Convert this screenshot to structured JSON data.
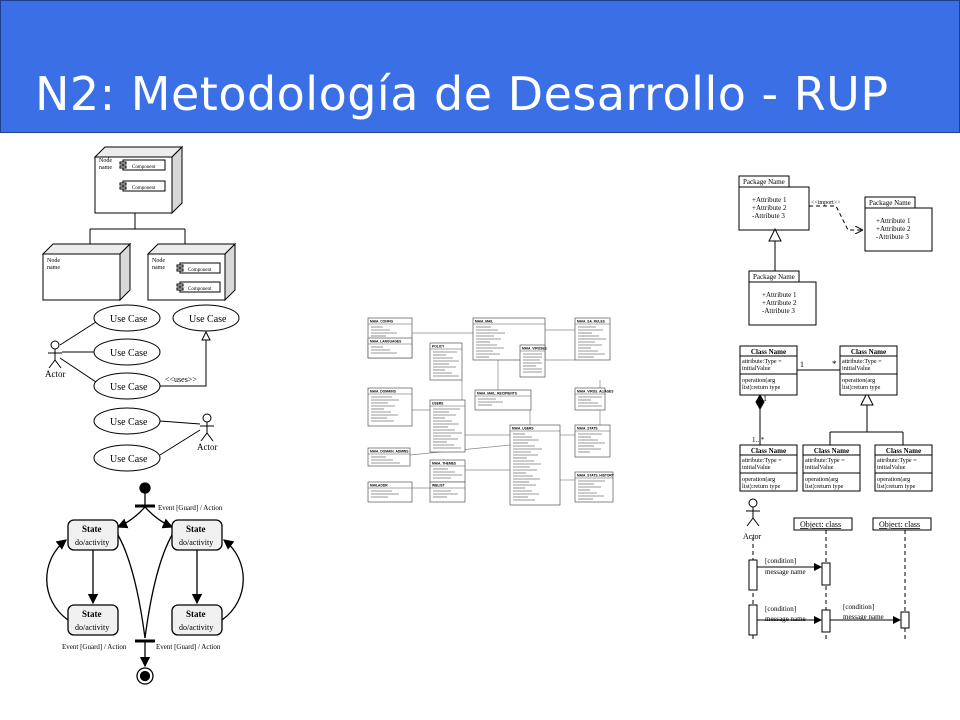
{
  "slide": {
    "title": "N2: Metodología de Desarrollo - RUP",
    "colors": {
      "title_bar": "#3a6fe6",
      "title_text": "#ffffff"
    }
  },
  "deployment": {
    "top_node_label": "Node\nname",
    "left_node_label": "Node\nname",
    "right_node_label": "Node\nname",
    "component_label": "Component"
  },
  "usecase": {
    "use_case_label": "Use Case",
    "actor_label": "Actor",
    "uses_label": "<<uses>>"
  },
  "statechart": {
    "state_title": "State",
    "state_activity": "do/activity",
    "transition_label": "Event [Guard] / Action"
  },
  "er_diagram": {
    "tables": [
      "MAIA_CONFIG",
      "MAIA_MAIL",
      "MAIA_MAIL_RECIPIENTS",
      "MAIA_DOMAINS",
      "POLICY",
      "USERS",
      "MAIA_USERS",
      "MAIA_THEMES",
      "WBLIST",
      "MAILADDR",
      "MAIA_STATS",
      "MAIA_STATS_HISTORY",
      "MAIA_LANGUAGES",
      "MAIA_DOMAIN_ADMINS",
      "MAIA_SA_RULES",
      "MAIA_VIRUSES",
      "MAIA_VIRUS_ALIASES"
    ]
  },
  "package": {
    "package_name": "Package Name",
    "attribute_lines": [
      "+Attribute 1",
      "+Attribute 2",
      "-Attribute 3"
    ],
    "import_label": "<<import>>"
  },
  "class_diagram": {
    "class_name": "Class Name",
    "attribute_line1": "attribute:Type =",
    "attribute_line2": "initialValue",
    "operation_line1": "operation(arg",
    "operation_line2": "list):return type",
    "mult_one": "1",
    "mult_many": "*",
    "mult_one_many": "1...*"
  },
  "sequence": {
    "actor_label": "Actor",
    "object_label": "Object: class",
    "condition": "[condition]",
    "message": "message name"
  }
}
